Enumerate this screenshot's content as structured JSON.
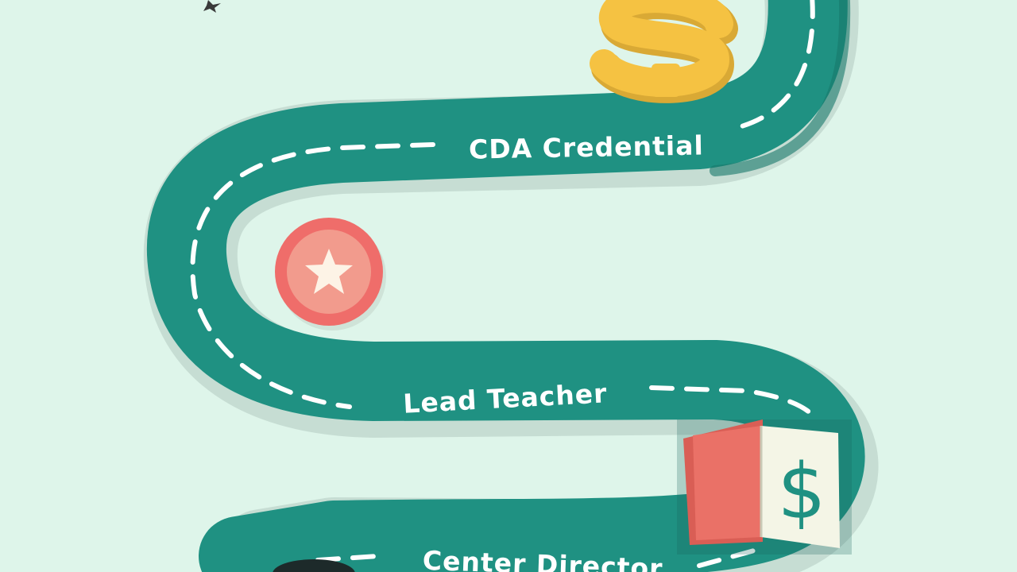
{
  "colors": {
    "background": "#def5ea",
    "road": "#1f9182",
    "road_shadow": "#c6ddd3",
    "dash": "#ffffff",
    "dollar_sign": "#f5c242",
    "star_badge": "#ef6d6a",
    "star_badge_inner": "#f29b8d",
    "book_cover": "#ea7167",
    "book_page": "#f4f5e6",
    "book_dollar": "#1f9182"
  },
  "icons": [
    "dollar-sign-icon",
    "star-badge-icon",
    "money-book-icon",
    "graduation-cap-icon",
    "sparkle-icon"
  ],
  "road_labels": {
    "first": "CDA Credential",
    "second": "Lead Teacher",
    "third": "Center Director"
  },
  "book": {
    "symbol": "$"
  }
}
